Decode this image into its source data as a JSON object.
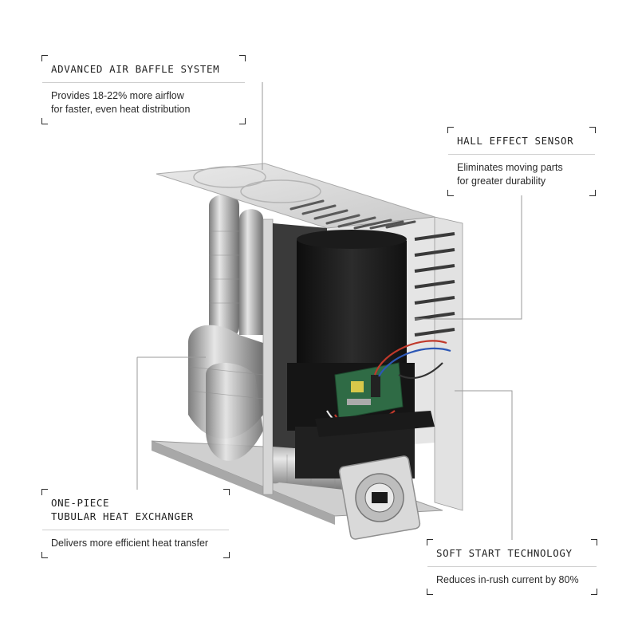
{
  "colors": {
    "background": "#ffffff",
    "leader_line": "#9a9a9a",
    "callout_border": "#2b2b2b",
    "text": "#222222"
  },
  "callouts": {
    "air_baffle": {
      "title": "ADVANCED AIR BAFFLE SYSTEM",
      "description": "Provides 18-22% more airflow\nfor faster, even heat distribution"
    },
    "hall_sensor": {
      "title": "HALL EFFECT SENSOR",
      "description": "Eliminates moving parts\nfor greater durability"
    },
    "heat_exchanger": {
      "title": "ONE-PIECE\nTUBULAR HEAT EXCHANGER",
      "description": "Delivers more efficient heat transfer"
    },
    "soft_start": {
      "title": "SOFT START TECHNOLOGY",
      "description": "Reduces in-rush current by 80%"
    }
  }
}
